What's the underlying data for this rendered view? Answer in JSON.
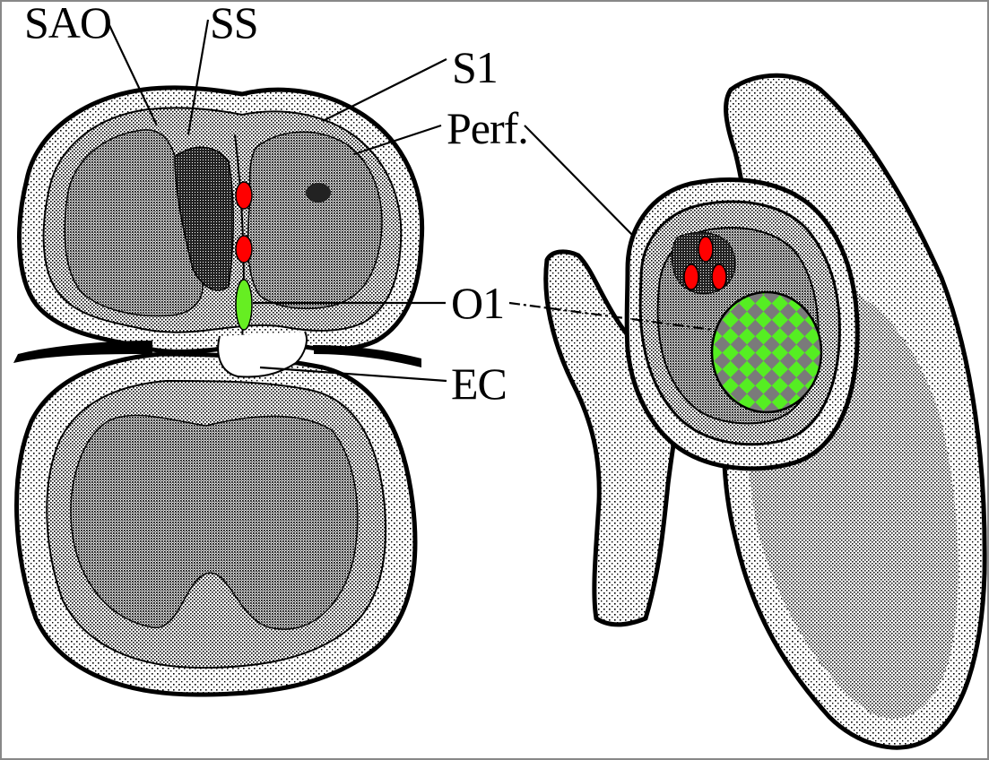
{
  "labels": {
    "sao": "SAO",
    "ss": "SS",
    "s1": "S1",
    "perf": "Perf.",
    "o1": "O1",
    "ec": "EC"
  },
  "colors": {
    "red_marker": "#ff0000",
    "green_marker": "#66ee22",
    "checker_dark": "#7a7a7a",
    "checker_light": "#55ee22",
    "ink": "#000000"
  }
}
